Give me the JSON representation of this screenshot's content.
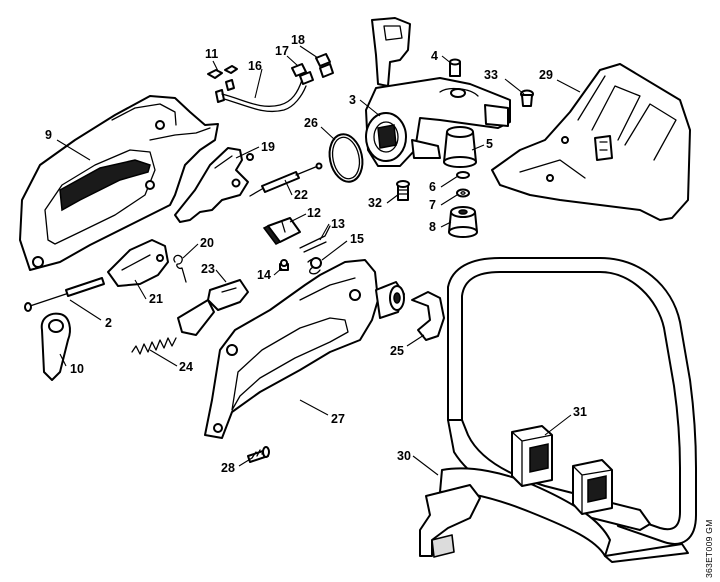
{
  "diagram": {
    "document_code": "363ET009 GM",
    "callouts": [
      "11",
      "18",
      "17",
      "16",
      "4",
      "33",
      "29",
      "3",
      "9",
      "26",
      "19",
      "5",
      "6",
      "22",
      "32",
      "7",
      "12",
      "8",
      "13",
      "15",
      "20",
      "14",
      "23",
      "21",
      "2",
      "25",
      "10",
      "24",
      "31",
      "27",
      "30",
      "28"
    ]
  }
}
